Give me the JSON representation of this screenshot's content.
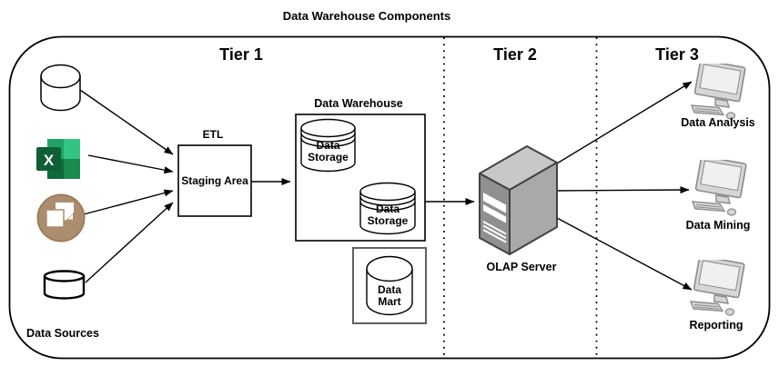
{
  "diagram": {
    "title": "Data Warehouse Components",
    "tiers": [
      {
        "label": "Tier 1"
      },
      {
        "label": "Tier 2"
      },
      {
        "label": "Tier 3"
      }
    ],
    "data_sources": {
      "label": "Data Sources",
      "items": [
        "database-cylinder",
        "excel-spreadsheet",
        "flat-files-copy",
        "database-cylinder"
      ]
    },
    "etl": {
      "title": "ETL",
      "node_label": "Staging Area"
    },
    "data_warehouse": {
      "title": "Data Warehouse",
      "cylinder1_label": "Data Storage",
      "cylinder2_label": "Data Storage"
    },
    "data_mart": {
      "label": "Data Mart"
    },
    "olap": {
      "label": "OLAP Server"
    },
    "clients": [
      {
        "label": "Data Analysis"
      },
      {
        "label": "Data Mining"
      },
      {
        "label": "Reporting"
      }
    ],
    "excel_icon_letter": "X"
  },
  "colors": {
    "ink": "#000000",
    "bg": "#ffffff",
    "excel_green_tl": "#21a366",
    "excel_green_tr": "#33c481",
    "excel_green_bl": "#0e6b3a",
    "excel_green_br": "#1a8a50",
    "excel_green_tile": "#0f5e35",
    "copy_circle": "#ac8d6e",
    "copy_circle_edge": "#9b7c5d",
    "server_front": "#909090",
    "server_side": "#a9a9a9",
    "server_top": "#c8c8c8",
    "server_outline": "#424242",
    "monitor_body": "#d6d6d6",
    "monitor_screen": "#f0f0f0",
    "monitor_outline": "#8c8c8c",
    "mart_border": "#606060"
  }
}
